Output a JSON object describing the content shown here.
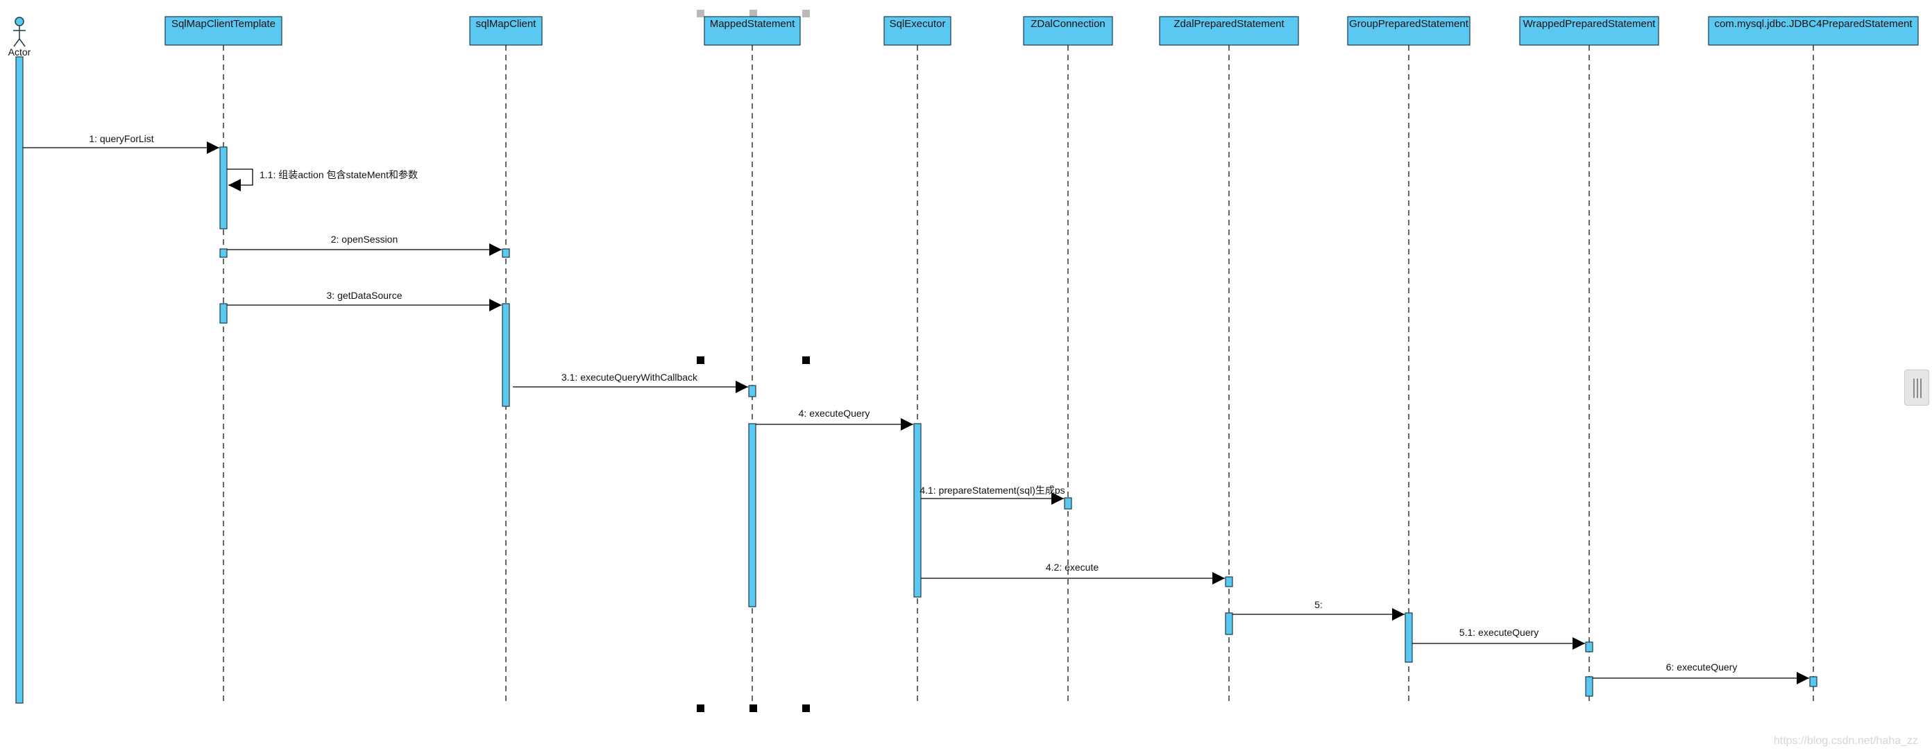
{
  "diagram": {
    "actor": {
      "label": "Actor"
    },
    "participants": [
      {
        "id": "p1",
        "label": "SqlMapClientTemplate"
      },
      {
        "id": "p2",
        "label": "sqlMapClient"
      },
      {
        "id": "p3",
        "label": "MappedStatement"
      },
      {
        "id": "p4",
        "label": "SqlExecutor"
      },
      {
        "id": "p5",
        "label": "ZDalConnection"
      },
      {
        "id": "p6",
        "label": "ZdalPreparedStatement"
      },
      {
        "id": "p7",
        "label": "GroupPreparedStatement"
      },
      {
        "id": "p8",
        "label": "WrappedPreparedStatement"
      },
      {
        "id": "p9",
        "label": "com.mysql.jdbc.JDBC4PreparedStatement"
      }
    ],
    "messages": [
      {
        "label": "1: queryForList"
      },
      {
        "label": "1.1: 组装action 包含stateMent和参数"
      },
      {
        "label": "2: openSession"
      },
      {
        "label": "3: getDataSource"
      },
      {
        "label": "3.1: executeQueryWithCallback"
      },
      {
        "label": "4: executeQuery"
      },
      {
        "label": "4.1: prepareStatement(sql)生成ps"
      },
      {
        "label": "4.2: execute"
      },
      {
        "label": "5:"
      },
      {
        "label": "5.1: executeQuery"
      },
      {
        "label": "6: executeQuery"
      }
    ],
    "watermark": "https://blog.csdn.net/haha_zz"
  },
  "colors": {
    "box_fill": "#5bc8f2",
    "box_stroke": "#1d3b4a",
    "activation_fill": "#5bc8f2",
    "line": "#000000",
    "handle": "#b9b9b9"
  }
}
